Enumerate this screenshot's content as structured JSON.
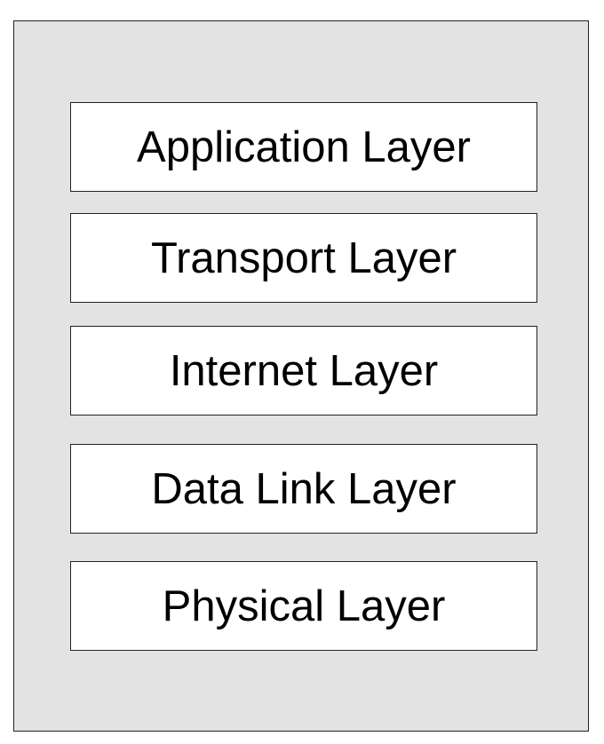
{
  "diagram": {
    "layers": [
      {
        "label": "Application Layer"
      },
      {
        "label": "Transport Layer"
      },
      {
        "label": "Internet Layer"
      },
      {
        "label": "Data Link Layer"
      },
      {
        "label": "Physical Layer"
      }
    ]
  },
  "colors": {
    "frame_background": "#e3e3e3",
    "layer_background": "#ffffff",
    "border": "#222222",
    "text": "#000000"
  }
}
